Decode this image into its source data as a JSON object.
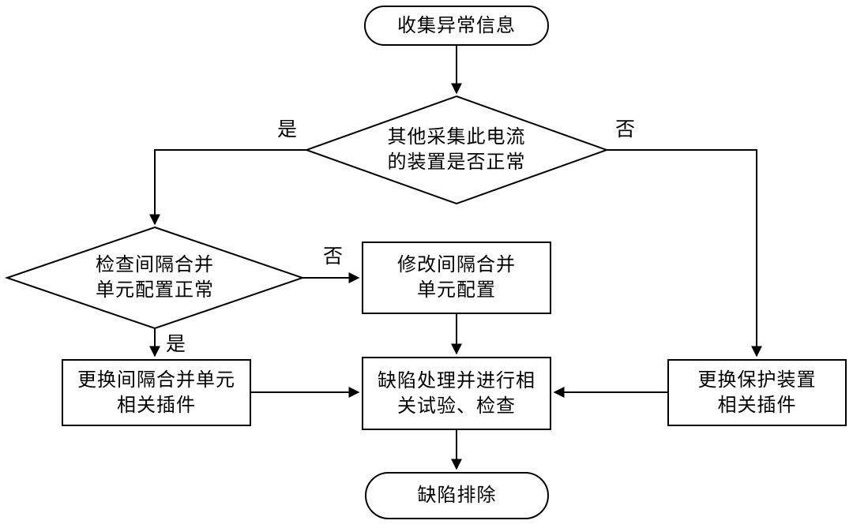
{
  "diagram": {
    "start": {
      "label": "收集异常信息"
    },
    "decision_other_devices": {
      "line1": "其他采集此电流",
      "line2": "的装置是否正常"
    },
    "decision_check_mu": {
      "line1": "检查间隔合并",
      "line2": "单元配置正常"
    },
    "box_modify_mu": {
      "line1": "修改间隔合并",
      "line2": "单元配置"
    },
    "box_replace_mu": {
      "line1": "更换间隔合并单元",
      "line2": "相关插件"
    },
    "box_process": {
      "line1": "缺陷处理并进行相",
      "line2": "关试验、检查"
    },
    "box_replace_protection": {
      "line1": "更换保护装置",
      "line2": "相关插件"
    },
    "end": {
      "label": "缺陷排除"
    },
    "labels": {
      "yes1": "是",
      "no1": "否",
      "no2": "否",
      "yes2": "是"
    },
    "colors": {
      "stroke": "#000000",
      "background": "#ffffff"
    }
  }
}
